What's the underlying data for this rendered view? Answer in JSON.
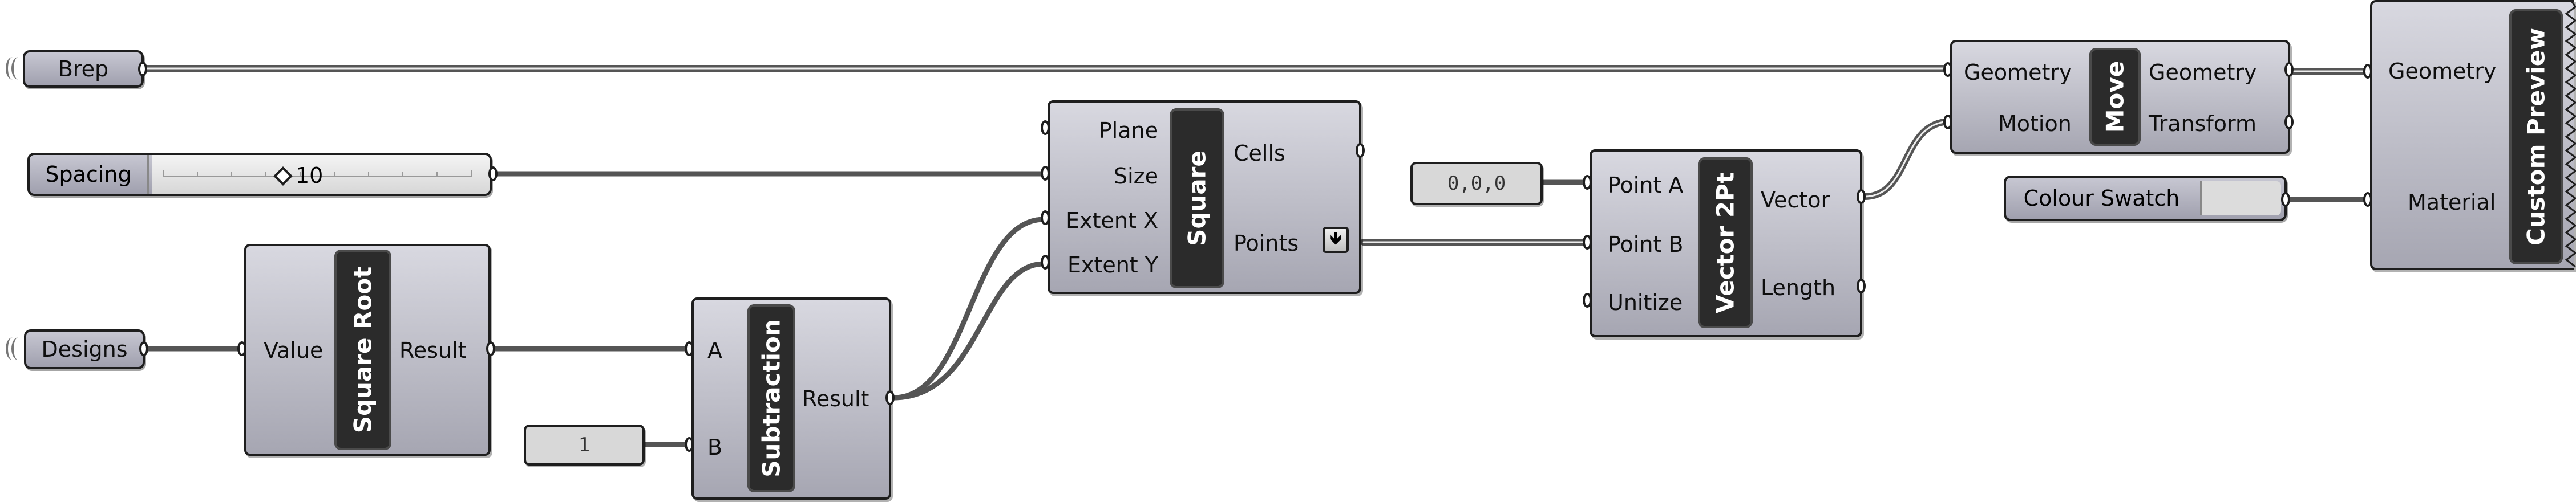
{
  "params": {
    "brep": "Brep",
    "designs": "Designs"
  },
  "slider": {
    "name": "Spacing",
    "value": "10"
  },
  "panels": {
    "one": "1",
    "origin": "0,0,0"
  },
  "components": {
    "sqrt": {
      "title": "Square Root",
      "inputs": [
        "Value"
      ],
      "outputs": [
        "Result"
      ]
    },
    "subtraction": {
      "title": "Subtraction",
      "inputs": [
        "A",
        "B"
      ],
      "outputs": [
        "Result"
      ]
    },
    "square": {
      "title": "Square",
      "inputs": [
        "Plane",
        "Size",
        "Extent X",
        "Extent Y"
      ],
      "outputs": [
        "Cells",
        "Points"
      ]
    },
    "vector2pt": {
      "title": "Vector 2Pt",
      "inputs": [
        "Point A",
        "Point B",
        "Unitize"
      ],
      "outputs": [
        "Vector",
        "Length"
      ]
    },
    "move": {
      "title": "Move",
      "inputs": [
        "Geometry",
        "Motion"
      ],
      "outputs": [
        "Geometry",
        "Transform"
      ]
    },
    "preview": {
      "title": "Custom Preview",
      "inputs": [
        "Geometry",
        "Material"
      ]
    }
  },
  "swatch": {
    "name": "Colour Swatch",
    "color": "#dcdcdc"
  },
  "icons": {
    "flatten": "down-arrow-icon"
  }
}
